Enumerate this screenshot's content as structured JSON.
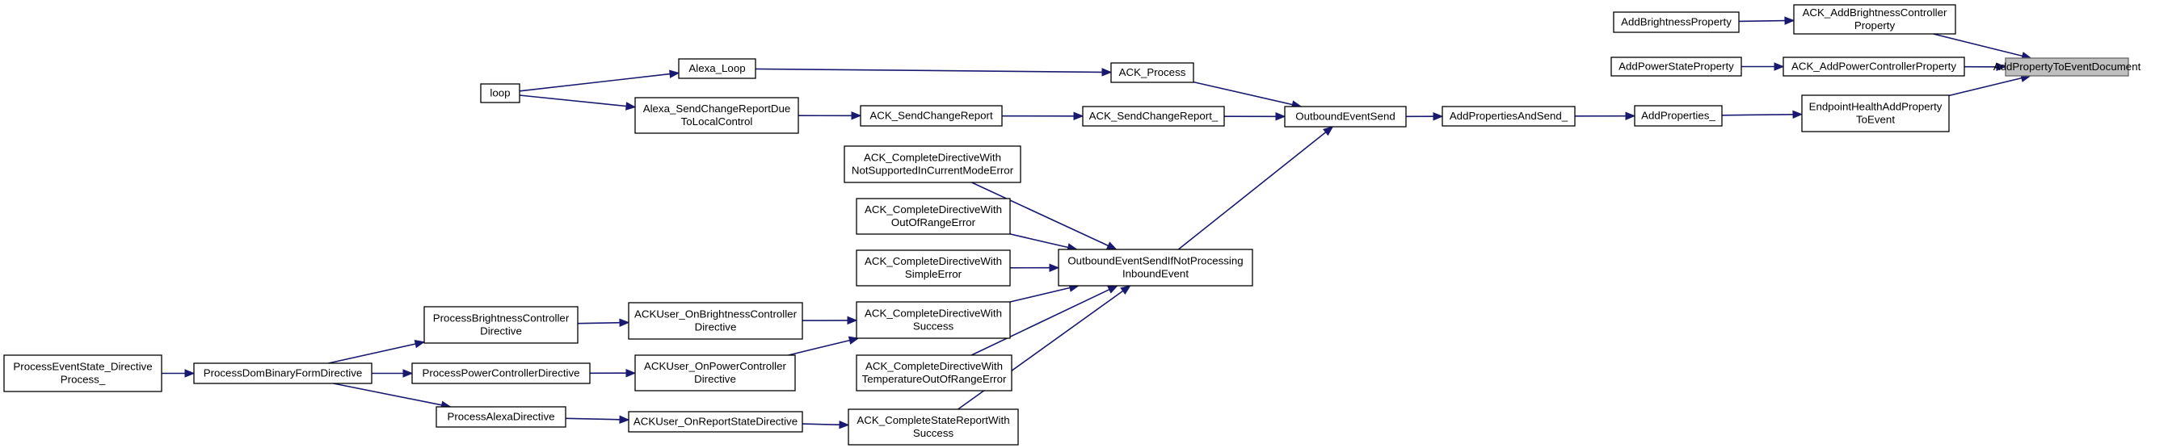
{
  "graph": {
    "nodes": [
      {
        "id": "target",
        "lines": [
          "AddPropertyToEventDocument"
        ],
        "highlight": true
      },
      {
        "id": "brightprop",
        "lines": [
          "AddBrightnessProperty"
        ]
      },
      {
        "id": "ackbright",
        "lines": [
          "ACK_AddBrightnessController",
          "Property"
        ]
      },
      {
        "id": "powerprop",
        "lines": [
          "AddPowerStateProperty"
        ]
      },
      {
        "id": "ackpower",
        "lines": [
          "ACK_AddPowerControllerProperty"
        ]
      },
      {
        "id": "health",
        "lines": [
          "EndpointHealthAddProperty",
          "ToEvent"
        ]
      },
      {
        "id": "addprops",
        "lines": [
          "AddProperties_"
        ]
      },
      {
        "id": "addpropsend",
        "lines": [
          "AddPropertiesAndSend_"
        ]
      },
      {
        "id": "outbound",
        "lines": [
          "OutboundEventSend"
        ]
      },
      {
        "id": "ackprocess",
        "lines": [
          "ACK_Process"
        ]
      },
      {
        "id": "acksendcr_",
        "lines": [
          "ACK_SendChangeReport_"
        ]
      },
      {
        "id": "outboundnp",
        "lines": [
          "OutboundEventSendIfNotProcessing",
          "InboundEvent"
        ]
      },
      {
        "id": "alexaloop",
        "lines": [
          "Alexa_Loop"
        ]
      },
      {
        "id": "loop",
        "lines": [
          "loop"
        ]
      },
      {
        "id": "acksendcr",
        "lines": [
          "ACK_SendChangeReport"
        ]
      },
      {
        "id": "alexasend",
        "lines": [
          "Alexa_SendChangeReportDue",
          "ToLocalControl"
        ]
      },
      {
        "id": "cdnotsupp",
        "lines": [
          "ACK_CompleteDirectiveWith",
          "NotSupportedInCurrentModeError"
        ]
      },
      {
        "id": "cdoor",
        "lines": [
          "ACK_CompleteDirectiveWith",
          "OutOfRangeError"
        ]
      },
      {
        "id": "cdsimple",
        "lines": [
          "ACK_CompleteDirectiveWith",
          "SimpleError"
        ]
      },
      {
        "id": "cdsuccess",
        "lines": [
          "ACK_CompleteDirectiveWith",
          "Success"
        ]
      },
      {
        "id": "cdtemp",
        "lines": [
          "ACK_CompleteDirectiveWith",
          "TemperatureOutOfRangeError"
        ]
      },
      {
        "id": "csrsuccess",
        "lines": [
          "ACK_CompleteStateReportWith",
          "Success"
        ]
      },
      {
        "id": "userbright",
        "lines": [
          "ACKUser_OnBrightnessController",
          "Directive"
        ]
      },
      {
        "id": "userpower",
        "lines": [
          "ACKUser_OnPowerController",
          "Directive"
        ]
      },
      {
        "id": "userreport",
        "lines": [
          "ACKUser_OnReportStateDirective"
        ]
      },
      {
        "id": "procbright",
        "lines": [
          "ProcessBrightnessController",
          "Directive"
        ]
      },
      {
        "id": "procpower",
        "lines": [
          "ProcessPowerControllerDirective"
        ]
      },
      {
        "id": "procalexa",
        "lines": [
          "ProcessAlexaDirective"
        ]
      },
      {
        "id": "procdom",
        "lines": [
          "ProcessDomBinaryFormDirective"
        ]
      },
      {
        "id": "procevent",
        "lines": [
          "ProcessEventState_Directive",
          "Process_"
        ]
      }
    ],
    "edges": [
      {
        "from": "ackbright",
        "to": "target"
      },
      {
        "from": "ackpower",
        "to": "target"
      },
      {
        "from": "health",
        "to": "target"
      },
      {
        "from": "brightprop",
        "to": "ackbright"
      },
      {
        "from": "powerprop",
        "to": "ackpower"
      },
      {
        "from": "addprops",
        "to": "health"
      },
      {
        "from": "addpropsend",
        "to": "addprops"
      },
      {
        "from": "outbound",
        "to": "addpropsend"
      },
      {
        "from": "ackprocess",
        "to": "outbound"
      },
      {
        "from": "acksendcr_",
        "to": "outbound"
      },
      {
        "from": "outboundnp",
        "to": "outbound"
      },
      {
        "from": "alexaloop",
        "to": "ackprocess"
      },
      {
        "from": "loop",
        "to": "alexaloop"
      },
      {
        "from": "acksendcr",
        "to": "acksendcr_"
      },
      {
        "from": "alexasend",
        "to": "acksendcr"
      },
      {
        "from": "loop",
        "to": "alexasend"
      },
      {
        "from": "cdnotsupp",
        "to": "outboundnp"
      },
      {
        "from": "cdoor",
        "to": "outboundnp"
      },
      {
        "from": "cdsimple",
        "to": "outboundnp"
      },
      {
        "from": "cdsuccess",
        "to": "outboundnp"
      },
      {
        "from": "cdtemp",
        "to": "outboundnp"
      },
      {
        "from": "csrsuccess",
        "to": "outboundnp"
      },
      {
        "from": "userbright",
        "to": "cdsuccess"
      },
      {
        "from": "userpower",
        "to": "cdsuccess"
      },
      {
        "from": "userreport",
        "to": "csrsuccess"
      },
      {
        "from": "procbright",
        "to": "userbright"
      },
      {
        "from": "procpower",
        "to": "userpower"
      },
      {
        "from": "procalexa",
        "to": "userreport"
      },
      {
        "from": "procdom",
        "to": "procbright"
      },
      {
        "from": "procdom",
        "to": "procpower"
      },
      {
        "from": "procdom",
        "to": "procalexa"
      },
      {
        "from": "procevent",
        "to": "procdom"
      }
    ]
  }
}
